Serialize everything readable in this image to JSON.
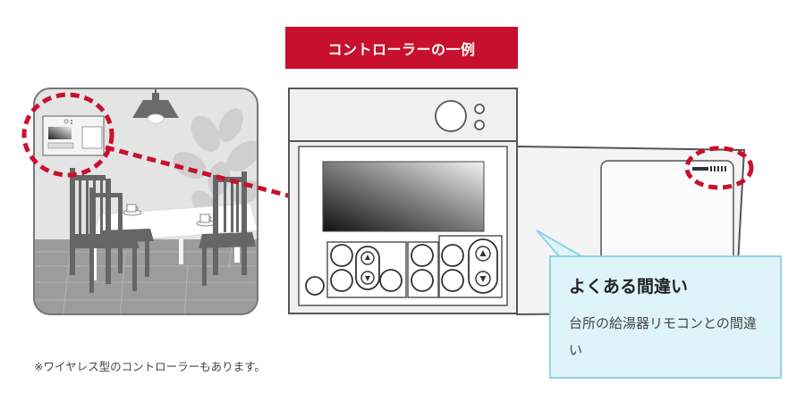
{
  "title": "コントローラーの一例",
  "callout": {
    "heading": "よくある間違い",
    "body": "台所の給湯器リモコンとの間違い"
  },
  "note": "※ワイヤレス型のコントローラーもあります。",
  "colors": {
    "accent": "#c8102e",
    "callout_bg": "#dff4fa",
    "callout_border": "#8ed3e6",
    "outline": "#555555"
  },
  "icons": {
    "up_arrow": "up-arrow-icon",
    "down_arrow": "down-arrow-icon"
  }
}
